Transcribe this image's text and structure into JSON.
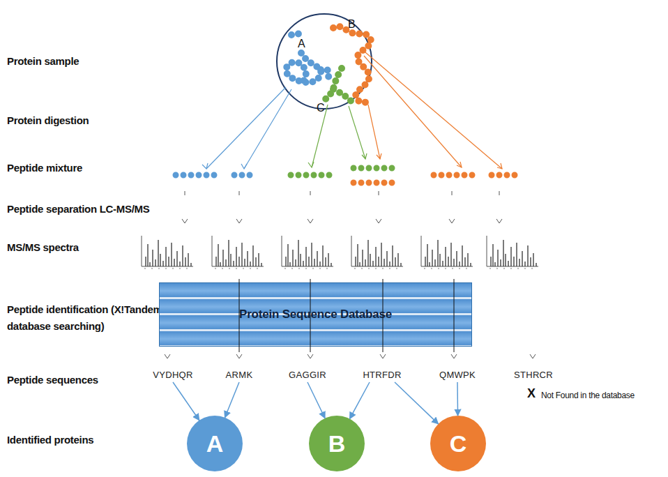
{
  "diagram": {
    "nodes": [
      {
        "text": [
          "Protein Sequence Database"
        ]
      },
      {
        "text": [
          "VYDHQR"
        ]
      },
      {
        "text": [
          "ARMK"
        ]
      },
      {
        "text": [
          "GAGGIR"
        ]
      },
      {
        "text": [
          "HTRFDR"
        ]
      },
      {
        "text": [
          "QMWPK"
        ]
      },
      {
        "text": [
          "STHRCR"
        ]
      },
      {
        "text": [
          "A"
        ]
      },
      {
        "text": [
          "B"
        ]
      },
      {
        "text": [
          "C"
        ]
      }
    ],
    "edges": [
      {
        "from": 1,
        "to": 7,
        "arrow": "to"
      },
      {
        "from": 2,
        "to": 7,
        "arrow": "to"
      },
      {
        "from": 3,
        "to": 8,
        "arrow": "to"
      },
      {
        "from": 4,
        "to": 8,
        "arrow": "to"
      },
      {
        "from": 4,
        "to": 9,
        "arrow": "to"
      },
      {
        "from": 5,
        "to": 9,
        "arrow": "to"
      }
    ],
    "labels": [
      "B",
      "A",
      "Protein sample",
      "C",
      "Protein digestion",
      "Peptide mixture",
      "Peptide separation LC-MS/MS",
      "MS/MS spectra",
      "Peptide identification (X!Tandem database searching)",
      "Peptide sequences",
      "X",
      "Not Found in the database",
      "Identified proteins"
    ]
  }
}
